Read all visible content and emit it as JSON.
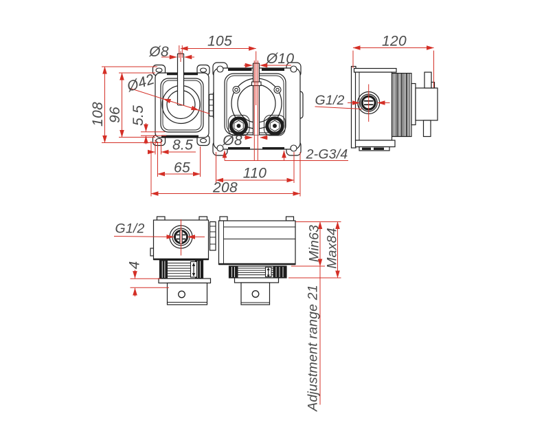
{
  "colors": {
    "background": "#ffffff",
    "part_line": "#1f1f1f",
    "dimension_line": "#d42f26",
    "label_text": "#4a4a4a"
  },
  "views": {
    "front": {
      "dims": {
        "dia8_top": "Ø8",
        "width_105": "105",
        "dia10": "Ø10",
        "dia42": "Ø42",
        "height_108": "108",
        "height_96": "96",
        "offset_5_5": "5.5",
        "offset_8_5": "8.5",
        "width_65": "65",
        "width_110": "110",
        "width_208": "208",
        "dia8_bottom": "Ø8",
        "thread_outlets": "2-G3/4"
      }
    },
    "side": {
      "dims": {
        "depth_120": "120",
        "thread_inlet": "G1/2"
      }
    },
    "plan": {
      "dims": {
        "thread_inlet": "G1/2",
        "offset_4": "4",
        "depth_min": "Min63",
        "depth_max": "Max84",
        "adjustment_range": "Adjustment range 21"
      }
    }
  }
}
